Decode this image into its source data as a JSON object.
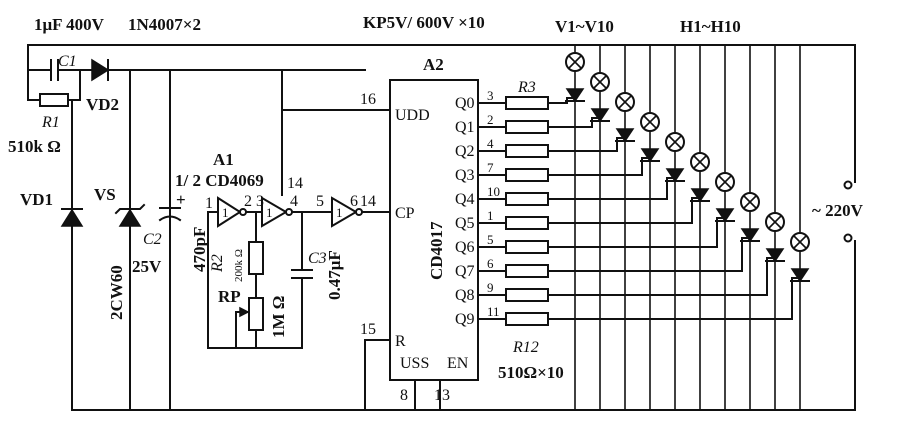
{
  "labels": {
    "c1_rating": "1μF 400V",
    "vd_rating": "1N4007×2",
    "scr_rating": "KP5V/ 600V ×10",
    "lamps": "V1~V10",
    "scrs": "H1~H10",
    "c1": "C1",
    "vd2": "VD2",
    "r1": "R1",
    "r1_value": "510k Ω",
    "vd1": "VD1",
    "vs": "VS",
    "zener": "2CW60",
    "c2": "C2",
    "c2_voltage": "25V",
    "c2_cap": "470pF",
    "a1": "A1",
    "a1_type": "1/ 2 CD4069",
    "r2": "R2",
    "r2_value": "200k Ω",
    "rp": "RP",
    "rp_value": "1M Ω",
    "c3": "C3",
    "c3_value": "0.47μF",
    "a2": "A2",
    "a2_type": "CD4017",
    "udd": "UDD",
    "cp": "CP",
    "r_pin": "R",
    "uss": "USS",
    "en": "EN",
    "r3": "R3",
    "r12": "R12",
    "r_array": "510Ω×10",
    "mains": "~ 220V",
    "plus": "+"
  },
  "pins": {
    "p16": "16",
    "p14": "14",
    "p15": "15",
    "p8": "8",
    "p13": "13",
    "g1": "1",
    "g2": "2",
    "g3": "3",
    "g14": "14",
    "g4": "4",
    "g5": "5",
    "g6": "6",
    "inv": "1"
  },
  "outputs": [
    {
      "q": "Q0",
      "pin": "3"
    },
    {
      "q": "Q1",
      "pin": "2"
    },
    {
      "q": "Q2",
      "pin": "4"
    },
    {
      "q": "Q3",
      "pin": "7"
    },
    {
      "q": "Q4",
      "pin": "10"
    },
    {
      "q": "Q5",
      "pin": "1"
    },
    {
      "q": "Q6",
      "pin": "5"
    },
    {
      "q": "Q7",
      "pin": "6"
    },
    {
      "q": "Q8",
      "pin": "9"
    },
    {
      "q": "Q9",
      "pin": "11"
    }
  ]
}
